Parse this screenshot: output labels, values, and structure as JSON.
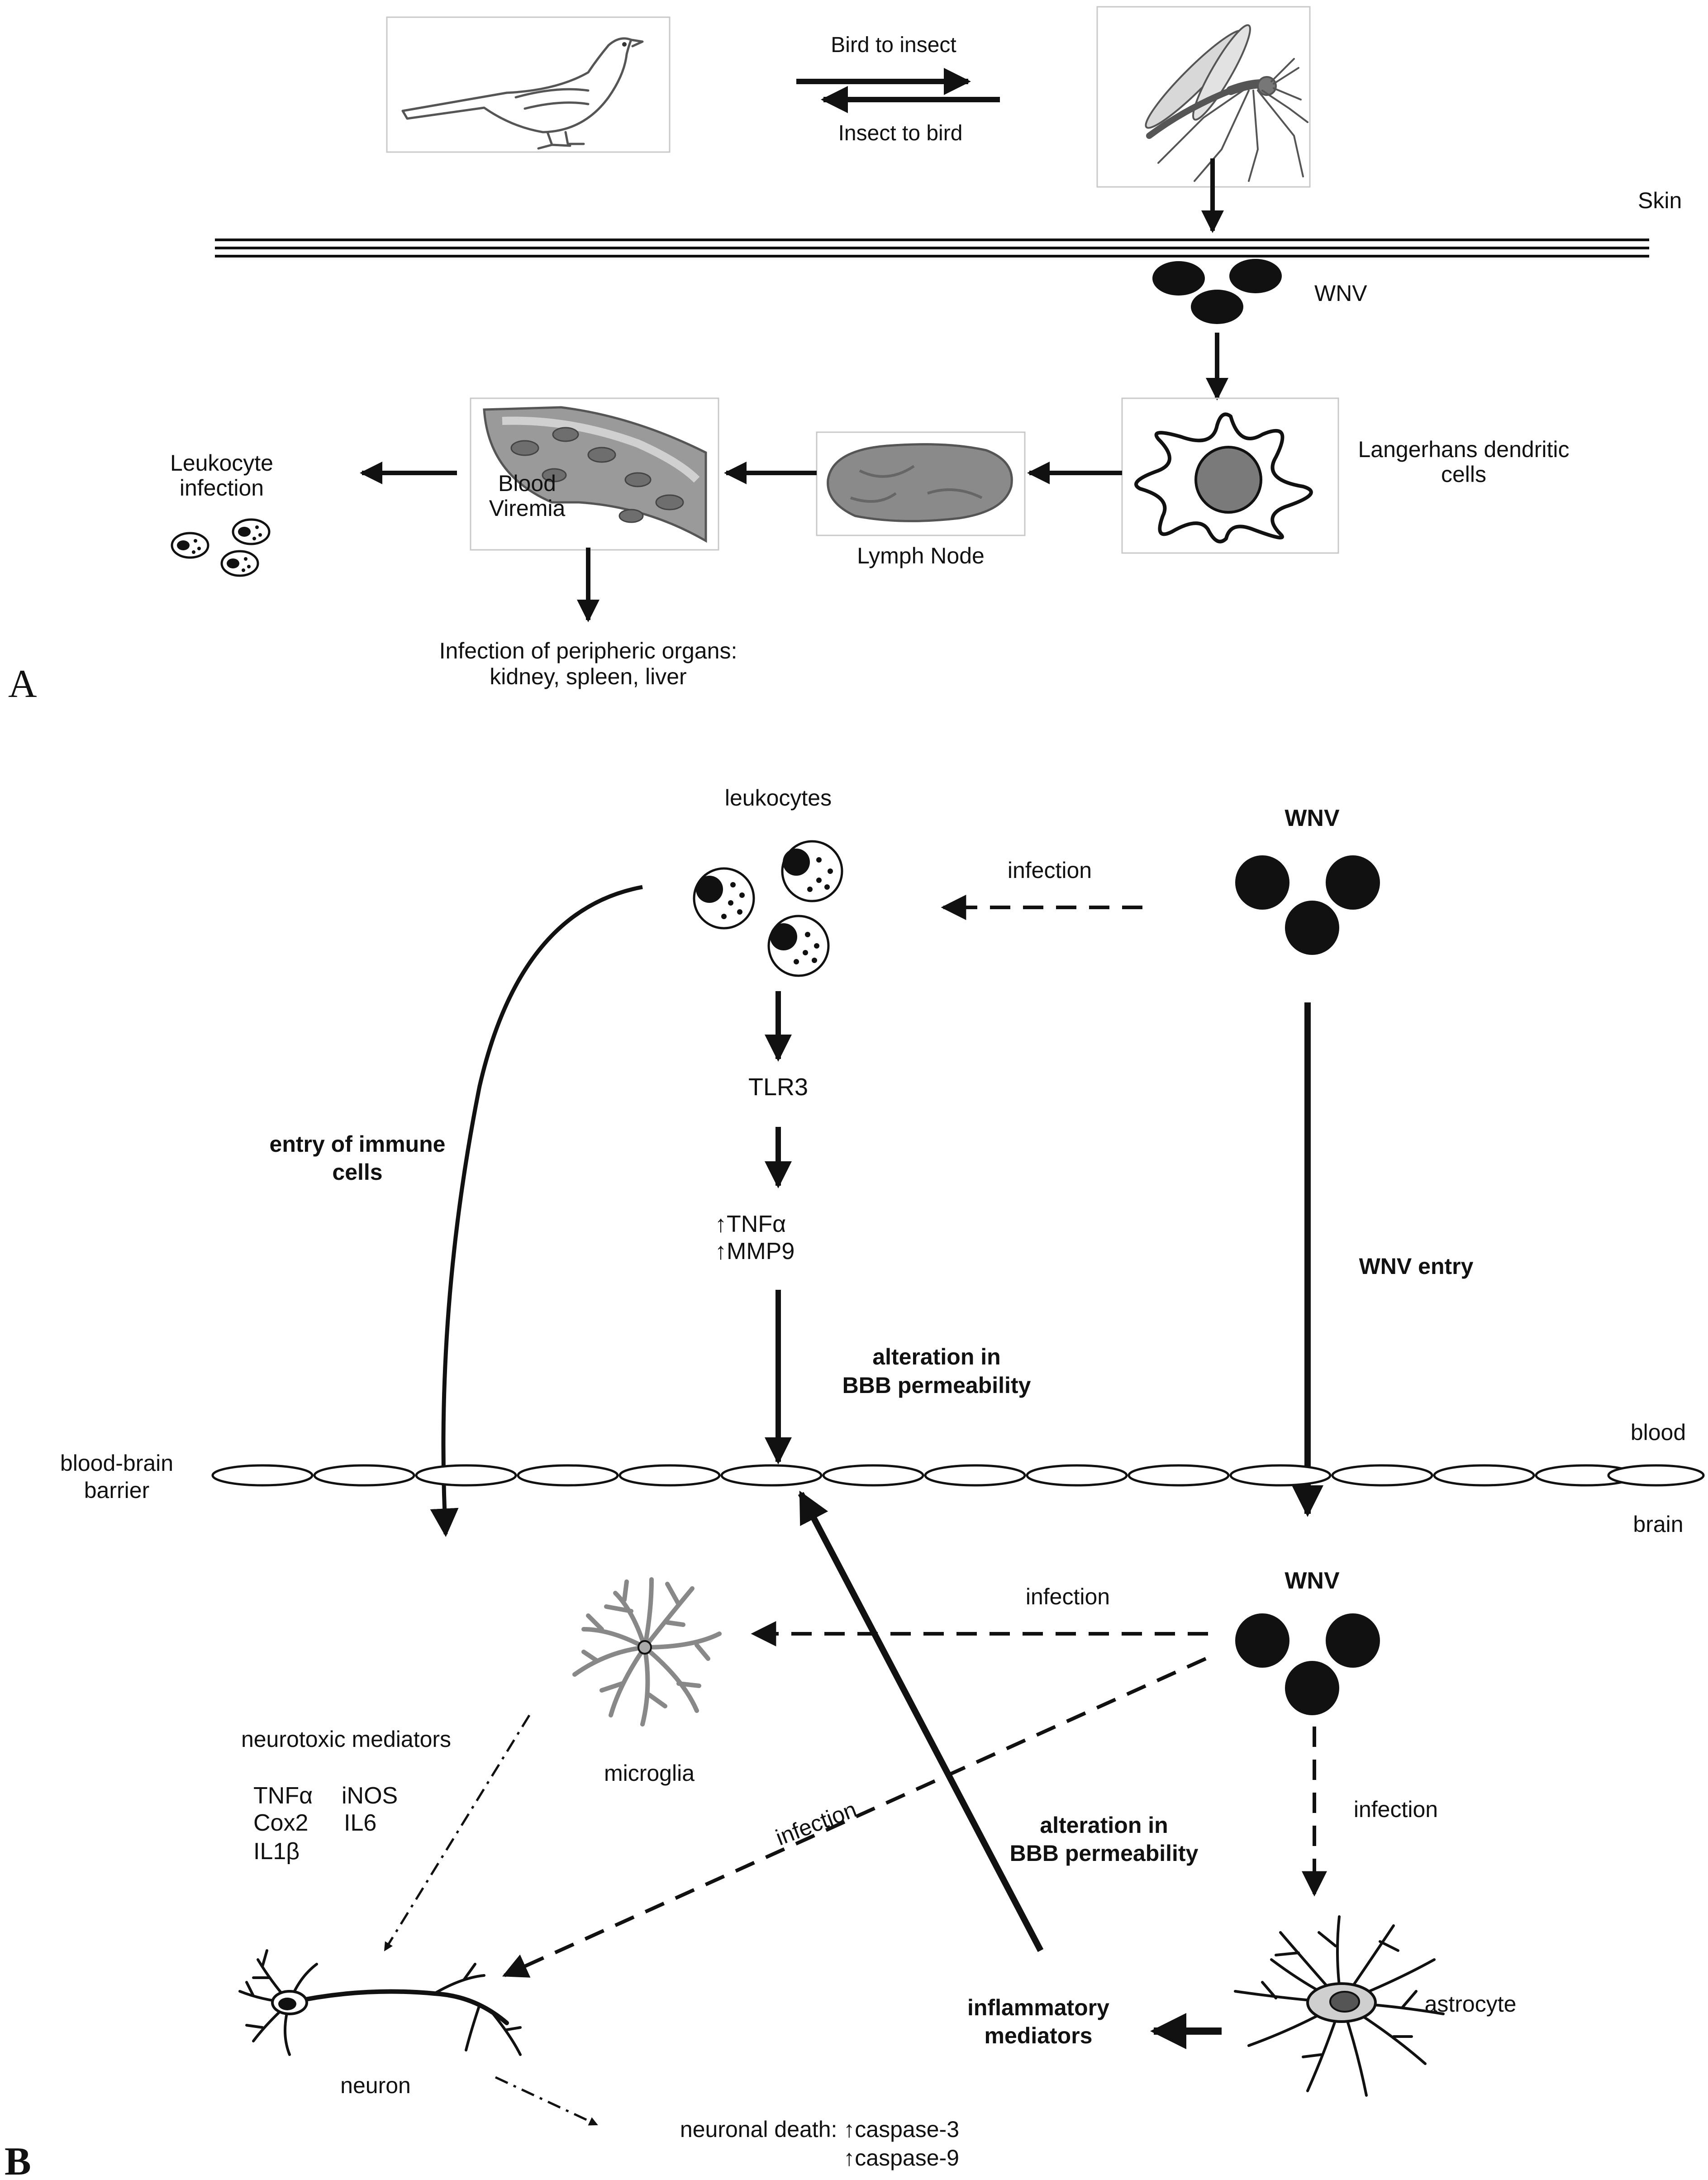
{
  "panel_a": {
    "letter": "A",
    "bird_to_insect": "Bird to insect",
    "insect_to_bird": "Insect to bird",
    "skin": "Skin",
    "wnv": "WNV",
    "langerhans_line1": "Langerhans dendritic",
    "langerhans_line2": "cells",
    "lymph_node": "Lymph Node",
    "blood_line1": "Blood",
    "blood_line2": "Viremia",
    "leukocyte_line1": "Leukocyte",
    "leukocyte_line2": "infection",
    "periphery_line1": "Infection of peripheric organs:",
    "periphery_line2": "kidney, spleen, liver"
  },
  "panel_b": {
    "letter": "B",
    "leukocytes": "leukocytes",
    "wnv_top": "WNV",
    "infection_top": "infection",
    "tlr3": "TLR3",
    "tnf_up": "↑TNFα",
    "mmp9_up": "↑MMP9",
    "entry_line1": "entry of immune",
    "entry_line2": "cells",
    "wnv_entry": "WNV entry",
    "alteration_top_line1": "alteration in",
    "alteration_top_line2": "BBB permeability",
    "bbb_line1": "blood-brain",
    "bbb_line2": "barrier",
    "blood": "blood",
    "brain": "brain",
    "wnv_bottom": "WNV",
    "infection_microglia": "infection",
    "microglia": "microglia",
    "neurotoxic": "neurotoxic mediators",
    "mediators_col1": [
      "TNFα",
      "Cox2",
      "IL1β"
    ],
    "mediators_col2": [
      "iNOS",
      "IL6"
    ],
    "infection_neuron": "infection",
    "infection_astro": "infection",
    "alteration_bottom_line1": "alteration in",
    "alteration_bottom_line2": "BBB permeability",
    "inflammatory_line1": "inflammatory",
    "inflammatory_line2": "mediators",
    "astrocyte": "astrocyte",
    "neuron": "neuron",
    "death_line1": "neuronal death: ↑caspase-3",
    "death_line2": "↑caspase-9"
  },
  "colors": {
    "ink": "#111111",
    "cell_fill": "#7a7a7a",
    "lymph_fill": "#8a8a8a",
    "vessel_fill": "#9a9a9a",
    "frame": "#c8c8c8"
  }
}
